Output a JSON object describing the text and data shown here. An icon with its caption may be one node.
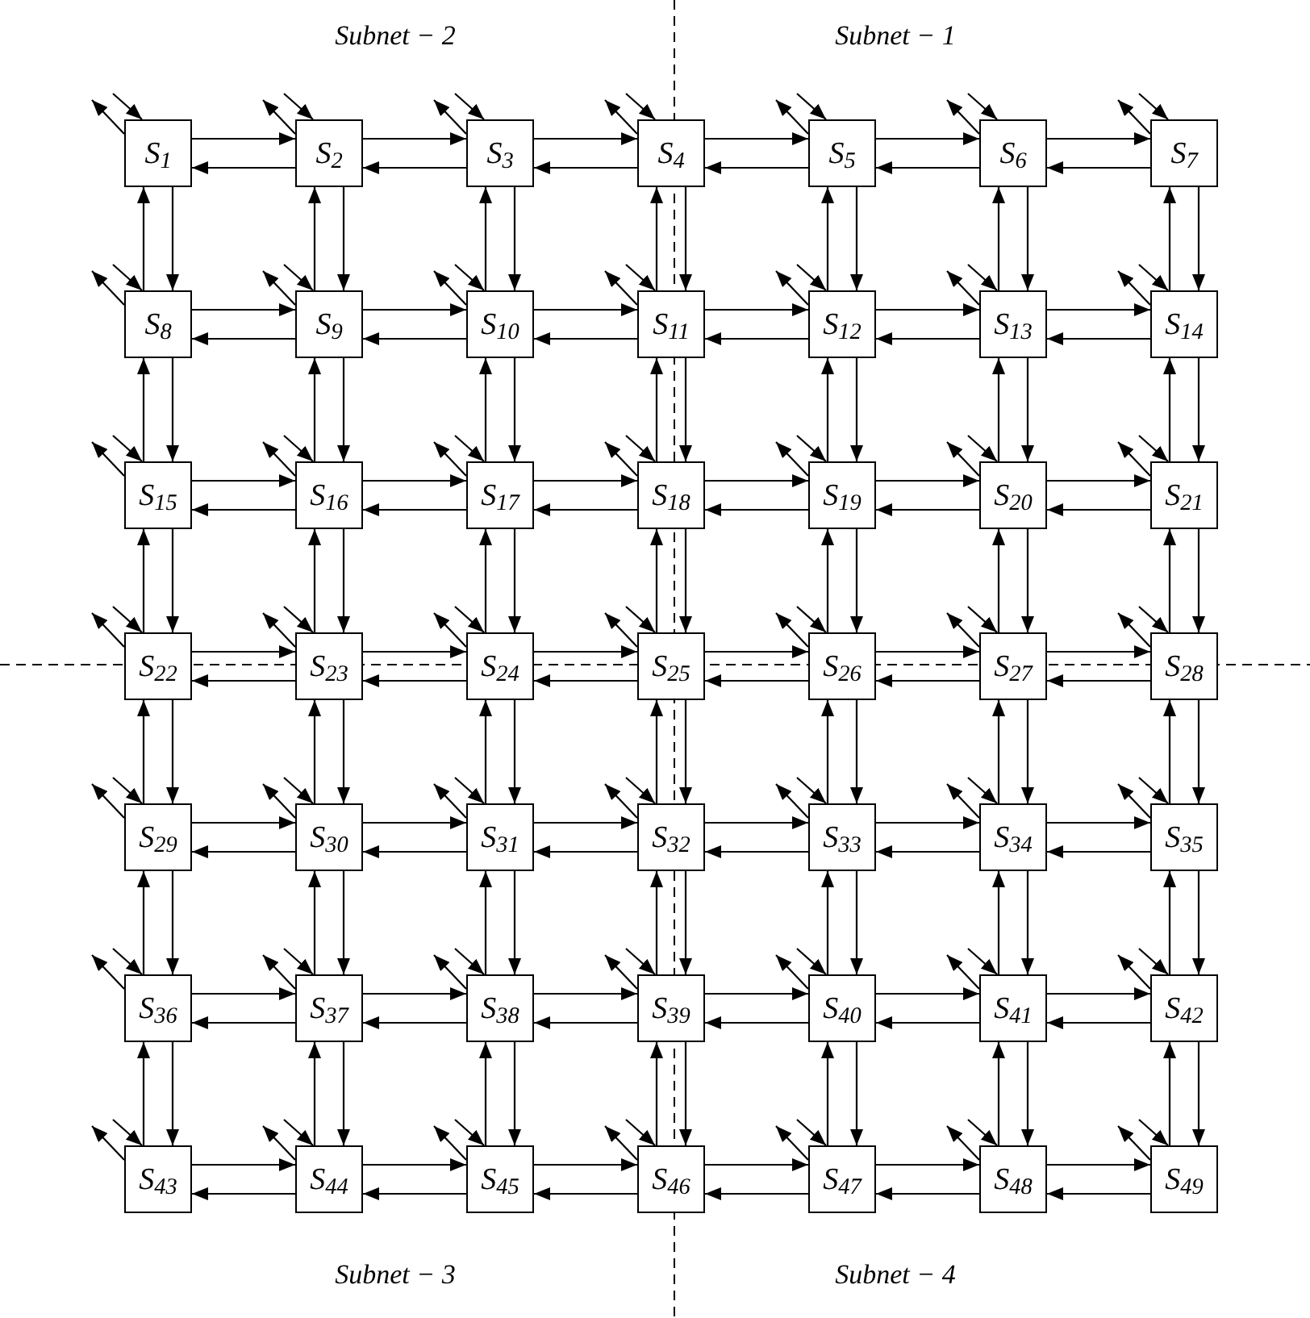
{
  "diagram": {
    "nodes": [
      {
        "text": [
          "S$_{1}$"
        ]
      },
      {
        "text": [
          "S$_{2}$"
        ]
      },
      {
        "text": [
          "S$_{3}$"
        ]
      },
      {
        "text": [
          "S$_{4}$"
        ]
      },
      {
        "text": [
          "S$_{5}$"
        ]
      },
      {
        "text": [
          "S$_{6}$"
        ]
      },
      {
        "text": [
          "S$_{7}$"
        ]
      },
      {
        "text": [
          "S$_{8}$"
        ]
      },
      {
        "text": [
          "S$_{9}$"
        ]
      },
      {
        "text": [
          "S$_{10}$"
        ]
      },
      {
        "text": [
          "S$_{11}$"
        ]
      },
      {
        "text": [
          "S$_{12}$"
        ]
      },
      {
        "text": [
          "S$_{13}$"
        ]
      },
      {
        "text": [
          "S$_{14}$"
        ]
      },
      {
        "text": [
          "S$_{15}$"
        ]
      },
      {
        "text": [
          "S$_{16}$"
        ]
      },
      {
        "text": [
          "S$_{17}$"
        ]
      },
      {
        "text": [
          "S$_{18}$"
        ]
      },
      {
        "text": [
          "S$_{19}$"
        ]
      },
      {
        "text": [
          "S$_{20}$"
        ]
      },
      {
        "text": [
          "S$_{21}$"
        ]
      },
      {
        "text": [
          "S$_{22}$"
        ]
      },
      {
        "text": [
          "S$_{23}$"
        ]
      },
      {
        "text": [
          "S$_{24}$"
        ]
      },
      {
        "text": [
          "S$_{25}$"
        ]
      },
      {
        "text": [
          "S$_{26}$"
        ]
      },
      {
        "text": [
          "S$_{27}$"
        ]
      },
      {
        "text": [
          "S$_{28}$"
        ]
      },
      {
        "text": [
          "S$_{29}$"
        ]
      },
      {
        "text": [
          "S$_{30}$"
        ]
      },
      {
        "text": [
          "S$_{31}$"
        ]
      },
      {
        "text": [
          "S$_{32}$"
        ]
      },
      {
        "text": [
          "S$_{33}$"
        ]
      },
      {
        "text": [
          "S$_{34}$"
        ]
      },
      {
        "text": [
          "S$_{35}$"
        ]
      },
      {
        "text": [
          "S$_{36}$"
        ]
      },
      {
        "text": [
          "S$_{37}$"
        ]
      },
      {
        "text": [
          "S$_{38}$"
        ]
      },
      {
        "text": [
          "S$_{39}$"
        ]
      },
      {
        "text": [
          "S$_{40}$"
        ]
      },
      {
        "text": [
          "S$_{41}$"
        ]
      },
      {
        "text": [
          "S$_{42}$"
        ]
      },
      {
        "text": [
          "S$_{43}$"
        ]
      },
      {
        "text": [
          "S$_{44}$"
        ]
      },
      {
        "text": [
          "S$_{45}$"
        ]
      },
      {
        "text": [
          "S$_{46}$"
        ]
      },
      {
        "text": [
          "S$_{47}$"
        ]
      },
      {
        "text": [
          "S$_{48}$"
        ]
      },
      {
        "text": [
          "S$_{49}$"
        ]
      }
    ],
    "edges": [
      {
        "from": 0,
        "to": null,
        "arrow": "to"
      },
      {
        "from": null,
        "to": 0,
        "arrow": "to"
      },
      {
        "from": 0,
        "to": 1,
        "arrow": "to"
      },
      {
        "from": 1,
        "to": 0,
        "arrow": "to"
      },
      {
        "from": 7,
        "to": 0,
        "arrow": "to"
      },
      {
        "from": 0,
        "to": 7,
        "arrow": "to"
      },
      {
        "from": 1,
        "to": null,
        "arrow": "to"
      },
      {
        "from": null,
        "to": 1,
        "arrow": "to"
      },
      {
        "from": 1,
        "to": 2,
        "arrow": "to"
      },
      {
        "from": 2,
        "to": 1,
        "arrow": "to"
      },
      {
        "from": 8,
        "to": 1,
        "arrow": "to"
      },
      {
        "from": 1,
        "to": 8,
        "arrow": "to"
      },
      {
        "from": 2,
        "to": null,
        "arrow": "to"
      },
      {
        "from": null,
        "to": 2,
        "arrow": "to"
      },
      {
        "from": 2,
        "to": 3,
        "arrow": "to"
      },
      {
        "from": 3,
        "to": 2,
        "arrow": "to"
      },
      {
        "from": 9,
        "to": 2,
        "arrow": "to"
      },
      {
        "from": 2,
        "to": 9,
        "arrow": "to"
      },
      {
        "from": 3,
        "to": null,
        "arrow": "to"
      },
      {
        "from": null,
        "to": 3,
        "arrow": "to"
      },
      {
        "from": 3,
        "to": 4,
        "arrow": "to"
      },
      {
        "from": 4,
        "to": 3,
        "arrow": "to"
      },
      {
        "from": 10,
        "to": 3,
        "arrow": "to"
      },
      {
        "from": 3,
        "to": 10,
        "arrow": "to"
      },
      {
        "from": 4,
        "to": null,
        "arrow": "to"
      },
      {
        "from": null,
        "to": 4,
        "arrow": "to"
      },
      {
        "from": 4,
        "to": 5,
        "arrow": "to"
      },
      {
        "from": 5,
        "to": 4,
        "arrow": "to"
      },
      {
        "from": 11,
        "to": 4,
        "arrow": "to"
      },
      {
        "from": 4,
        "to": 11,
        "arrow": "to"
      },
      {
        "from": 5,
        "to": null,
        "arrow": "to"
      },
      {
        "from": null,
        "to": 5,
        "arrow": "to"
      },
      {
        "from": 5,
        "to": 6,
        "arrow": "to"
      },
      {
        "from": 6,
        "to": 5,
        "arrow": "to"
      },
      {
        "from": 12,
        "to": 5,
        "arrow": "to"
      },
      {
        "from": 5,
        "to": 12,
        "arrow": "to"
      },
      {
        "from": 6,
        "to": null,
        "arrow": "to"
      },
      {
        "from": null,
        "to": 6,
        "arrow": "to"
      },
      {
        "from": 13,
        "to": 6,
        "arrow": "to"
      },
      {
        "from": 6,
        "to": 13,
        "arrow": "to"
      },
      {
        "from": 7,
        "to": null,
        "arrow": "to"
      },
      {
        "from": null,
        "to": 7,
        "arrow": "to"
      },
      {
        "from": 7,
        "to": 8,
        "arrow": "to"
      },
      {
        "from": 8,
        "to": 7,
        "arrow": "to"
      },
      {
        "from": 14,
        "to": 7,
        "arrow": "to"
      },
      {
        "from": 7,
        "to": 14,
        "arrow": "to"
      },
      {
        "from": 8,
        "to": null,
        "arrow": "to"
      },
      {
        "from": null,
        "to": 8,
        "arrow": "to"
      },
      {
        "from": 8,
        "to": 9,
        "arrow": "to"
      },
      {
        "from": 9,
        "to": 8,
        "arrow": "to"
      },
      {
        "from": 15,
        "to": 8,
        "arrow": "to"
      },
      {
        "from": 8,
        "to": 15,
        "arrow": "to"
      },
      {
        "from": 9,
        "to": null,
        "arrow": "to"
      },
      {
        "from": null,
        "to": 9,
        "arrow": "to"
      },
      {
        "from": 9,
        "to": 10,
        "arrow": "to"
      },
      {
        "from": 10,
        "to": 9,
        "arrow": "to"
      },
      {
        "from": 16,
        "to": 9,
        "arrow": "to"
      },
      {
        "from": 9,
        "to": 16,
        "arrow": "to"
      },
      {
        "from": 10,
        "to": null,
        "arrow": "to"
      },
      {
        "from": null,
        "to": 10,
        "arrow": "to"
      },
      {
        "from": 10,
        "to": 11,
        "arrow": "to"
      },
      {
        "from": 11,
        "to": 10,
        "arrow": "to"
      },
      {
        "from": 17,
        "to": 10,
        "arrow": "to"
      },
      {
        "from": 10,
        "to": 17,
        "arrow": "to"
      },
      {
        "from": 11,
        "to": null,
        "arrow": "to"
      },
      {
        "from": null,
        "to": 11,
        "arrow": "to"
      },
      {
        "from": 11,
        "to": 12,
        "arrow": "to"
      },
      {
        "from": 12,
        "to": 11,
        "arrow": "to"
      },
      {
        "from": 18,
        "to": 11,
        "arrow": "to"
      },
      {
        "from": 11,
        "to": 18,
        "arrow": "to"
      },
      {
        "from": 12,
        "to": null,
        "arrow": "to"
      },
      {
        "from": null,
        "to": 12,
        "arrow": "to"
      },
      {
        "from": 12,
        "to": 13,
        "arrow": "to"
      },
      {
        "from": 13,
        "to": 12,
        "arrow": "to"
      },
      {
        "from": 19,
        "to": 12,
        "arrow": "to"
      },
      {
        "from": 12,
        "to": 19,
        "arrow": "to"
      },
      {
        "from": 13,
        "to": null,
        "arrow": "to"
      },
      {
        "from": null,
        "to": 13,
        "arrow": "to"
      },
      {
        "from": 20,
        "to": 13,
        "arrow": "to"
      },
      {
        "from": 13,
        "to": 20,
        "arrow": "to"
      },
      {
        "from": 14,
        "to": null,
        "arrow": "to"
      },
      {
        "from": null,
        "to": 14,
        "arrow": "to"
      },
      {
        "from": 14,
        "to": 15,
        "arrow": "to"
      },
      {
        "from": 15,
        "to": 14,
        "arrow": "to"
      },
      {
        "from": 21,
        "to": 14,
        "arrow": "to"
      },
      {
        "from": 14,
        "to": 21,
        "arrow": "to"
      },
      {
        "from": 15,
        "to": null,
        "arrow": "to"
      },
      {
        "from": null,
        "to": 15,
        "arrow": "to"
      },
      {
        "from": 15,
        "to": 16,
        "arrow": "to"
      },
      {
        "from": 16,
        "to": 15,
        "arrow": "to"
      },
      {
        "from": 22,
        "to": 15,
        "arrow": "to"
      },
      {
        "from": 15,
        "to": 22,
        "arrow": "to"
      },
      {
        "from": 16,
        "to": null,
        "arrow": "to"
      },
      {
        "from": null,
        "to": 16,
        "arrow": "to"
      },
      {
        "from": 16,
        "to": 17,
        "arrow": "to"
      },
      {
        "from": 17,
        "to": 16,
        "arrow": "to"
      },
      {
        "from": 23,
        "to": 16,
        "arrow": "to"
      },
      {
        "from": 16,
        "to": 23,
        "arrow": "to"
      },
      {
        "from": 17,
        "to": null,
        "arrow": "to"
      },
      {
        "from": null,
        "to": 17,
        "arrow": "to"
      },
      {
        "from": 17,
        "to": 18,
        "arrow": "to"
      },
      {
        "from": 18,
        "to": 17,
        "arrow": "to"
      },
      {
        "from": 24,
        "to": 17,
        "arrow": "to"
      },
      {
        "from": 17,
        "to": 24,
        "arrow": "to"
      },
      {
        "from": 18,
        "to": null,
        "arrow": "to"
      },
      {
        "from": null,
        "to": 18,
        "arrow": "to"
      },
      {
        "from": 18,
        "to": 19,
        "arrow": "to"
      },
      {
        "from": 19,
        "to": 18,
        "arrow": "to"
      },
      {
        "from": 25,
        "to": 18,
        "arrow": "to"
      },
      {
        "from": 18,
        "to": 25,
        "arrow": "to"
      },
      {
        "from": 19,
        "to": null,
        "arrow": "to"
      },
      {
        "from": null,
        "to": 19,
        "arrow": "to"
      },
      {
        "from": 19,
        "to": 20,
        "arrow": "to"
      },
      {
        "from": 20,
        "to": 19,
        "arrow": "to"
      },
      {
        "from": 26,
        "to": 19,
        "arrow": "to"
      },
      {
        "from": 19,
        "to": 26,
        "arrow": "to"
      },
      {
        "from": 20,
        "to": null,
        "arrow": "to"
      },
      {
        "from": null,
        "to": 20,
        "arrow": "to"
      },
      {
        "from": 27,
        "to": 20,
        "arrow": "to"
      },
      {
        "from": 20,
        "to": 27,
        "arrow": "to"
      },
      {
        "from": 21,
        "to": null,
        "arrow": "to"
      },
      {
        "from": null,
        "to": 21,
        "arrow": "to"
      },
      {
        "from": 21,
        "to": 22,
        "arrow": "to"
      },
      {
        "from": 22,
        "to": 21,
        "arrow": "to"
      },
      {
        "from": 28,
        "to": 21,
        "arrow": "to"
      },
      {
        "from": 21,
        "to": 28,
        "arrow": "to"
      },
      {
        "from": 22,
        "to": null,
        "arrow": "to"
      },
      {
        "from": null,
        "to": 22,
        "arrow": "to"
      },
      {
        "from": 22,
        "to": 23,
        "arrow": "to"
      },
      {
        "from": 23,
        "to": 22,
        "arrow": "to"
      },
      {
        "from": 29,
        "to": 22,
        "arrow": "to"
      },
      {
        "from": 22,
        "to": 29,
        "arrow": "to"
      },
      {
        "from": 23,
        "to": null,
        "arrow": "to"
      },
      {
        "from": null,
        "to": 23,
        "arrow": "to"
      },
      {
        "from": 23,
        "to": 24,
        "arrow": "to"
      },
      {
        "from": 24,
        "to": 23,
        "arrow": "to"
      },
      {
        "from": 30,
        "to": 23,
        "arrow": "to"
      },
      {
        "from": 23,
        "to": 30,
        "arrow": "to"
      },
      {
        "from": 24,
        "to": null,
        "arrow": "to"
      },
      {
        "from": null,
        "to": 24,
        "arrow": "to"
      },
      {
        "from": 24,
        "to": 25,
        "arrow": "to"
      },
      {
        "from": 25,
        "to": 24,
        "arrow": "to"
      },
      {
        "from": 31,
        "to": 24,
        "arrow": "to"
      },
      {
        "from": 24,
        "to": 31,
        "arrow": "to"
      },
      {
        "from": 25,
        "to": null,
        "arrow": "to"
      },
      {
        "from": null,
        "to": 25,
        "arrow": "to"
      },
      {
        "from": 25,
        "to": 26,
        "arrow": "to"
      },
      {
        "from": 26,
        "to": 25,
        "arrow": "to"
      },
      {
        "from": 32,
        "to": 25,
        "arrow": "to"
      },
      {
        "from": 25,
        "to": 32,
        "arrow": "to"
      },
      {
        "from": 26,
        "to": null,
        "arrow": "to"
      },
      {
        "from": null,
        "to": 26,
        "arrow": "to"
      },
      {
        "from": 26,
        "to": 27,
        "arrow": "to"
      },
      {
        "from": 27,
        "to": 26,
        "arrow": "to"
      },
      {
        "from": 33,
        "to": 26,
        "arrow": "to"
      },
      {
        "from": 26,
        "to": 33,
        "arrow": "to"
      },
      {
        "from": 27,
        "to": null,
        "arrow": "to"
      },
      {
        "from": null,
        "to": 27,
        "arrow": "to"
      },
      {
        "from": 34,
        "to": 27,
        "arrow": "to"
      },
      {
        "from": 27,
        "to": 34,
        "arrow": "to"
      },
      {
        "from": 28,
        "to": null,
        "arrow": "to"
      },
      {
        "from": null,
        "to": 28,
        "arrow": "to"
      },
      {
        "from": 28,
        "to": 29,
        "arrow": "to"
      },
      {
        "from": 29,
        "to": 28,
        "arrow": "to"
      },
      {
        "from": 35,
        "to": 28,
        "arrow": "to"
      },
      {
        "from": 28,
        "to": 35,
        "arrow": "to"
      },
      {
        "from": 29,
        "to": null,
        "arrow": "to"
      },
      {
        "from": null,
        "to": 29,
        "arrow": "to"
      },
      {
        "from": 29,
        "to": 30,
        "arrow": "to"
      },
      {
        "from": 30,
        "to": 29,
        "arrow": "to"
      },
      {
        "from": 36,
        "to": 29,
        "arrow": "to"
      },
      {
        "from": 29,
        "to": 36,
        "arrow": "to"
      },
      {
        "from": 30,
        "to": null,
        "arrow": "to"
      },
      {
        "from": null,
        "to": 30,
        "arrow": "to"
      },
      {
        "from": 30,
        "to": 31,
        "arrow": "to"
      },
      {
        "from": 31,
        "to": 30,
        "arrow": "to"
      },
      {
        "from": 37,
        "to": 30,
        "arrow": "to"
      },
      {
        "from": 30,
        "to": 37,
        "arrow": "to"
      },
      {
        "from": 31,
        "to": null,
        "arrow": "to"
      },
      {
        "from": null,
        "to": 31,
        "arrow": "to"
      },
      {
        "from": 31,
        "to": 32,
        "arrow": "to"
      },
      {
        "from": 32,
        "to": 31,
        "arrow": "to"
      },
      {
        "from": 38,
        "to": 31,
        "arrow": "to"
      },
      {
        "from": 31,
        "to": 38,
        "arrow": "to"
      },
      {
        "from": 32,
        "to": null,
        "arrow": "to"
      },
      {
        "from": null,
        "to": 32,
        "arrow": "to"
      },
      {
        "from": 32,
        "to": 33,
        "arrow": "to"
      },
      {
        "from": 33,
        "to": 32,
        "arrow": "to"
      },
      {
        "from": 39,
        "to": 32,
        "arrow": "to"
      },
      {
        "from": 32,
        "to": 39,
        "arrow": "to"
      },
      {
        "from": 33,
        "to": null,
        "arrow": "to"
      },
      {
        "from": null,
        "to": 33,
        "arrow": "to"
      },
      {
        "from": 33,
        "to": 34,
        "arrow": "to"
      },
      {
        "from": 34,
        "to": 33,
        "arrow": "to"
      },
      {
        "from": 40,
        "to": 33,
        "arrow": "to"
      },
      {
        "from": 33,
        "to": 40,
        "arrow": "to"
      },
      {
        "from": 34,
        "to": null,
        "arrow": "to"
      },
      {
        "from": null,
        "to": 34,
        "arrow": "to"
      },
      {
        "from": 41,
        "to": 34,
        "arrow": "to"
      },
      {
        "from": 34,
        "to": 41,
        "arrow": "to"
      },
      {
        "from": 35,
        "to": null,
        "arrow": "to"
      },
      {
        "from": null,
        "to": 35,
        "arrow": "to"
      },
      {
        "from": 35,
        "to": 36,
        "arrow": "to"
      },
      {
        "from": 36,
        "to": 35,
        "arrow": "to"
      },
      {
        "from": 42,
        "to": 35,
        "arrow": "to"
      },
      {
        "from": 35,
        "to": 42,
        "arrow": "to"
      },
      {
        "from": 36,
        "to": null,
        "arrow": "to"
      },
      {
        "from": null,
        "to": 36,
        "arrow": "to"
      },
      {
        "from": 36,
        "to": 37,
        "arrow": "to"
      },
      {
        "from": 37,
        "to": 36,
        "arrow": "to"
      },
      {
        "from": 43,
        "to": 36,
        "arrow": "to"
      },
      {
        "from": 36,
        "to": 43,
        "arrow": "to"
      },
      {
        "from": 37,
        "to": null,
        "arrow": "to"
      },
      {
        "from": null,
        "to": 37,
        "arrow": "to"
      },
      {
        "from": 37,
        "to": 38,
        "arrow": "to"
      },
      {
        "from": 38,
        "to": 37,
        "arrow": "to"
      },
      {
        "from": 44,
        "to": 37,
        "arrow": "to"
      },
      {
        "from": 37,
        "to": 44,
        "arrow": "to"
      },
      {
        "from": 38,
        "to": null,
        "arrow": "to"
      },
      {
        "from": null,
        "to": 38,
        "arrow": "to"
      },
      {
        "from": 38,
        "to": 39,
        "arrow": "to"
      },
      {
        "from": 39,
        "to": 38,
        "arrow": "to"
      },
      {
        "from": 45,
        "to": 38,
        "arrow": "to"
      },
      {
        "from": 38,
        "to": 45,
        "arrow": "to"
      },
      {
        "from": 39,
        "to": null,
        "arrow": "to"
      },
      {
        "from": null,
        "to": 39,
        "arrow": "to"
      },
      {
        "from": 39,
        "to": 40,
        "arrow": "to"
      },
      {
        "from": 40,
        "to": 39,
        "arrow": "to"
      },
      {
        "from": 46,
        "to": 39,
        "arrow": "to"
      },
      {
        "from": 39,
        "to": 46,
        "arrow": "to"
      },
      {
        "from": 40,
        "to": null,
        "arrow": "to"
      },
      {
        "from": null,
        "to": 40,
        "arrow": "to"
      },
      {
        "from": 40,
        "to": 41,
        "arrow": "to"
      },
      {
        "from": 41,
        "to": 40,
        "arrow": "to"
      },
      {
        "from": 47,
        "to": 40,
        "arrow": "to"
      },
      {
        "from": 40,
        "to": 47,
        "arrow": "to"
      },
      {
        "from": 41,
        "to": null,
        "arrow": "to"
      },
      {
        "from": null,
        "to": 41,
        "arrow": "to"
      },
      {
        "from": 48,
        "to": 41,
        "arrow": "to"
      },
      {
        "from": 41,
        "to": 48,
        "arrow": "to"
      },
      {
        "from": 42,
        "to": null,
        "arrow": "to"
      },
      {
        "from": null,
        "to": 42,
        "arrow": "to"
      },
      {
        "from": 42,
        "to": 43,
        "arrow": "to"
      },
      {
        "from": 43,
        "to": 42,
        "arrow": "to"
      },
      {
        "from": 43,
        "to": null,
        "arrow": "to"
      },
      {
        "from": null,
        "to": 43,
        "arrow": "to"
      },
      {
        "from": 43,
        "to": 44,
        "arrow": "to"
      },
      {
        "from": 44,
        "to": 43,
        "arrow": "to"
      },
      {
        "from": 44,
        "to": null,
        "arrow": "to"
      },
      {
        "from": null,
        "to": 44,
        "arrow": "to"
      },
      {
        "from": 44,
        "to": 45,
        "arrow": "to"
      },
      {
        "from": 45,
        "to": 44,
        "arrow": "to"
      },
      {
        "from": 45,
        "to": null,
        "arrow": "to"
      },
      {
        "from": null,
        "to": 45,
        "arrow": "to"
      },
      {
        "from": 45,
        "to": 46,
        "arrow": "to"
      },
      {
        "from": 46,
        "to": 45,
        "arrow": "to"
      },
      {
        "from": 46,
        "to": null,
        "arrow": "to"
      },
      {
        "from": null,
        "to": 46,
        "arrow": "to"
      },
      {
        "from": 46,
        "to": 47,
        "arrow": "to"
      },
      {
        "from": 47,
        "to": 46,
        "arrow": "to"
      },
      {
        "from": 47,
        "to": null,
        "arrow": "to"
      },
      {
        "from": null,
        "to": 47,
        "arrow": "to"
      },
      {
        "from": 47,
        "to": 48,
        "arrow": "to"
      },
      {
        "from": 48,
        "to": 47,
        "arrow": "to"
      },
      {
        "from": 48,
        "to": null,
        "arrow": "to"
      },
      {
        "from": null,
        "to": 48,
        "arrow": "to"
      }
    ],
    "labels": [
      "Subnet − 2",
      "Subnet − 1",
      "Subnet − 3",
      "Subnet − 4"
    ]
  }
}
